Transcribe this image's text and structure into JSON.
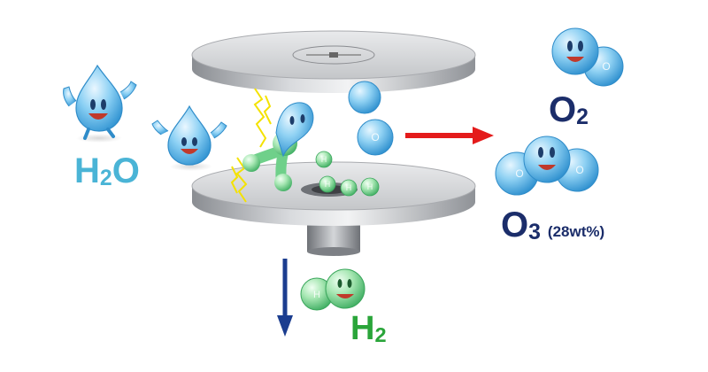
{
  "labels": {
    "water": {
      "main": "H",
      "sub": "2",
      "rest": "O"
    },
    "oxygen": {
      "main": "O",
      "sub": "2"
    },
    "ozone": {
      "main": "O",
      "sub": "3",
      "note": "(28wt%)"
    },
    "hydrogen": {
      "main": "H",
      "sub": "2"
    }
  },
  "atom_letters": {
    "hydrogen": "H",
    "oxygen": "O"
  },
  "colors": {
    "water": "#4ab4d6",
    "oxygen_text": "#1b2d6a",
    "hydrogen_text": "#2aa53a",
    "red_arrow": "#e41b1b",
    "blue_arrow": "#1b3d8f",
    "lightning": "#f4e200"
  }
}
